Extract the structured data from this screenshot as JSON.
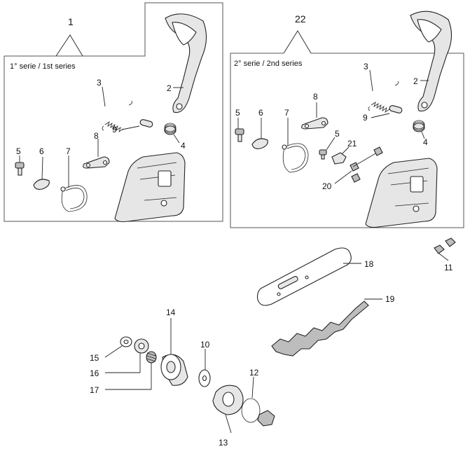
{
  "group_left": {
    "number": "1",
    "series_label": "1° serie / 1st series",
    "parts": [
      "2",
      "3",
      "4",
      "5",
      "6",
      "7",
      "8",
      "9"
    ]
  },
  "group_right": {
    "number": "22",
    "series_label": "2° serie / 2nd series",
    "parts": [
      "2",
      "3",
      "4",
      "5",
      "6",
      "7",
      "8",
      "9",
      "5",
      "21",
      "20"
    ]
  },
  "loose_parts": [
    "18",
    "19",
    "11",
    "14",
    "10",
    "15",
    "16",
    "17",
    "12",
    "13"
  ]
}
